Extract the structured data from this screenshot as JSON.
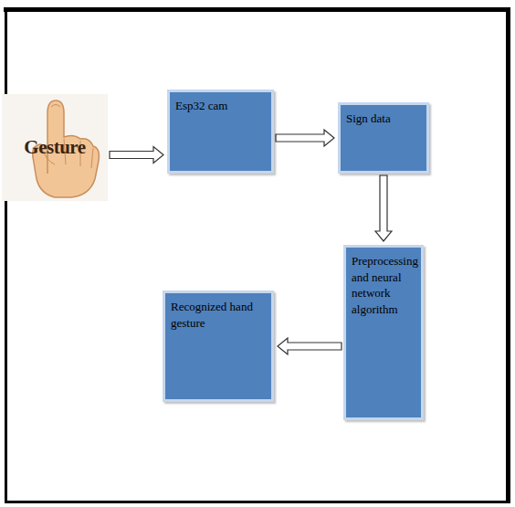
{
  "diagram": {
    "nodes": [
      {
        "text": [
          "Gesture"
        ]
      },
      {
        "text": [
          "Esp32 cam"
        ]
      },
      {
        "text": [
          "Sign data"
        ]
      },
      {
        "text": [
          "Preprocessing and neural network algorithm"
        ]
      },
      {
        "text": [
          "Recognized hand gesture"
        ]
      }
    ],
    "edges": [
      {
        "from": 0,
        "to": 1,
        "arrow": "to"
      },
      {
        "from": 1,
        "to": 2,
        "arrow": "to"
      },
      {
        "from": 2,
        "to": 3,
        "arrow": "to"
      },
      {
        "from": 3,
        "to": 4,
        "arrow": "to"
      }
    ]
  }
}
